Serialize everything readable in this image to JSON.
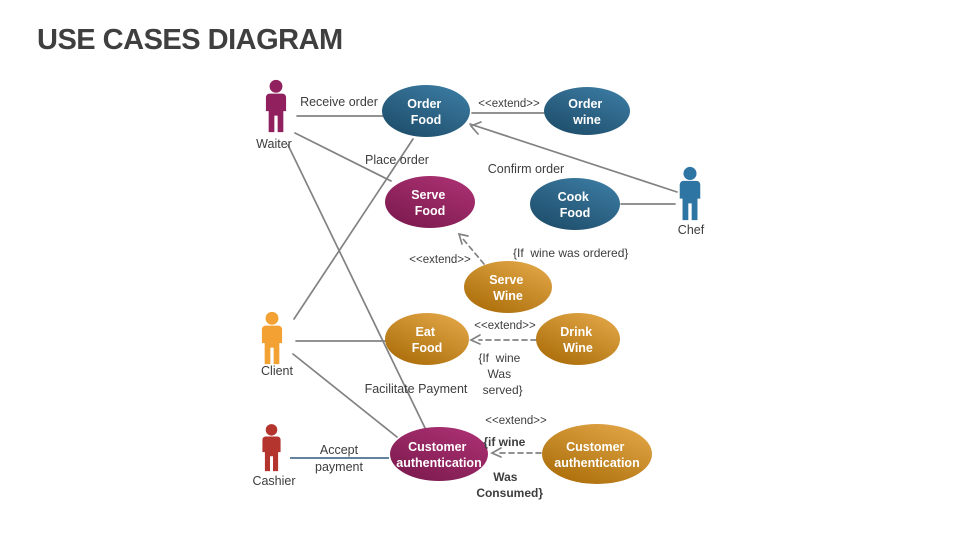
{
  "title": "USE CASES DIAGRAM",
  "colors": {
    "title_text": "#3f3f3f",
    "label_text": "#3d3d3d",
    "connector": "#828282",
    "accept_line": "#31597f",
    "usecase_blue_light": "#3c7ca3",
    "usecase_blue_dark": "#1d4c69",
    "usecase_magenta_light": "#ac3173",
    "usecase_magenta_dark": "#7b1a4e",
    "usecase_orange_light": "#e3a748",
    "usecase_orange_dark": "#a96c08",
    "actor_waiter": "#91215e",
    "actor_chef": "#2e75a3",
    "actor_client": "#f2a132",
    "actor_cashier": "#b4342e"
  },
  "actors": {
    "waiter": {
      "label": "Waiter"
    },
    "chef": {
      "label": "Chef"
    },
    "client": {
      "label": "Client"
    },
    "cashier": {
      "label": "Cashier"
    }
  },
  "use_cases": {
    "order_food": {
      "line1": "Order",
      "line2": "Food"
    },
    "order_wine": {
      "line1": "Order",
      "line2": "wine"
    },
    "serve_food": {
      "line1": "Serve",
      "line2": "Food"
    },
    "cook_food": {
      "line1": "Cook",
      "line2": "Food"
    },
    "serve_wine": {
      "line1": "Serve",
      "line2": "Wine"
    },
    "eat_food": {
      "line1": "Eat",
      "line2": "Food"
    },
    "drink_wine": {
      "line1": "Drink",
      "line2": "Wine"
    },
    "customer_auth_primary": {
      "line1": "Customer",
      "line2": "authentication"
    },
    "customer_auth_extension": {
      "line1": "Customer",
      "line2": "authentication"
    }
  },
  "associations": {
    "receive_order": "Receive order",
    "place_order": "Place order",
    "confirm_order": "Confirm order",
    "facilitate_payment": "Facilitate Payment",
    "accept_payment_line1": "Accept",
    "accept_payment_line2": "payment"
  },
  "extend_label": "<<extend>>",
  "conditions": {
    "wine_ordered": "{If  wine was ordered}",
    "wine_served_line1": "{If  wine",
    "wine_served_line2": "Was",
    "wine_served_line3": "served}",
    "wine_consumed_line1": "{if wine",
    "wine_consumed_line2": "Was",
    "wine_consumed_line3": "Consumed}"
  }
}
